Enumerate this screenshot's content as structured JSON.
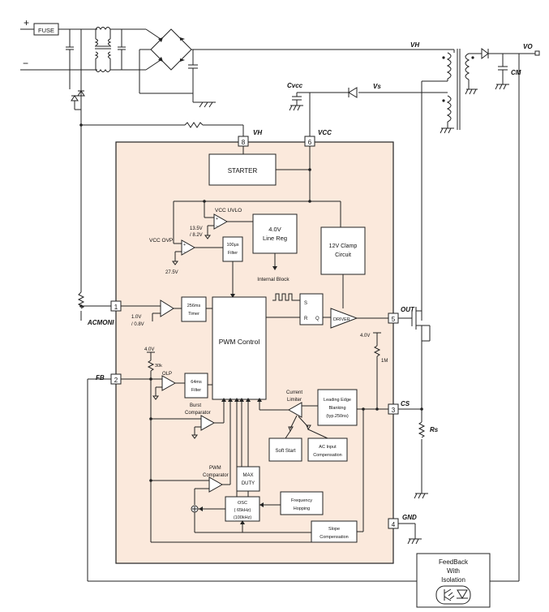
{
  "terminals": {
    "plus": "+",
    "minus": "−"
  },
  "fuse": "FUSE",
  "nets": {
    "vh": "VH",
    "vo": "VO",
    "cm": "CM",
    "cvcc": "Cvcc",
    "vs": "Vs",
    "acmoni": "ACMONI",
    "fb": "FB",
    "out": "OUT",
    "cs": "CS",
    "rs": "Rs",
    "gnd": "GND"
  },
  "pins": [
    {
      "num": "8",
      "label": "VH"
    },
    {
      "num": "6",
      "label": "VCC"
    },
    {
      "num": "1",
      "label": ""
    },
    {
      "num": "2",
      "label": ""
    },
    {
      "num": "5",
      "label": ""
    },
    {
      "num": "3",
      "label": ""
    },
    {
      "num": "4",
      "label": ""
    }
  ],
  "blocks": {
    "starter": "STARTER",
    "vcc_uvlo": "VCC UVLO",
    "uvlo_levels": [
      "13.5V",
      "/ 8.2V"
    ],
    "vcc_ovp": "VCC OVP",
    "ovp_level": "27.5V",
    "filter_100": [
      "100μs",
      "Filter"
    ],
    "line_reg": [
      "4.0V",
      "Line Reg"
    ],
    "internal_block": "Internal Block",
    "clamp": [
      "12V Clamp",
      "Circuit"
    ],
    "timer_256": [
      "256ms",
      "Timer"
    ],
    "acmoni_levels": [
      "1.0V",
      "/ 0.8V"
    ],
    "pwm_control": "PWM Control",
    "latch": [
      "S",
      "R",
      "Q"
    ],
    "driver": "DRIVER",
    "v40_top": "4.0V",
    "r30k": "30k",
    "olp": "OLP",
    "filter_64": [
      "64ms",
      "Filter"
    ],
    "burst": [
      "Burst",
      "Comparator"
    ],
    "current_limiter": [
      "Current",
      "Limiter"
    ],
    "leb": [
      "Leading Edge",
      "Blanking",
      "(typ.250ns)"
    ],
    "v40_right": "4.0V",
    "r1m": "1M",
    "soft_start": "Soft Start",
    "ac_comp": [
      "AC Input",
      "Compensation"
    ],
    "pwm_comp": [
      "PWM",
      "Comparator"
    ],
    "max_duty": [
      "MAX",
      "DUTY"
    ],
    "osc": [
      "OSC",
      "( 65kHz)",
      "(100kHz)"
    ],
    "freq_hop": [
      "Frequency",
      "Hopping"
    ],
    "slope": [
      "Slope",
      "Compensation"
    ]
  },
  "feedback": [
    "FeedBack",
    "With",
    "Isolation"
  ],
  "colors": {
    "ic_fill": "#fbe9dc",
    "wire": "#222222"
  }
}
